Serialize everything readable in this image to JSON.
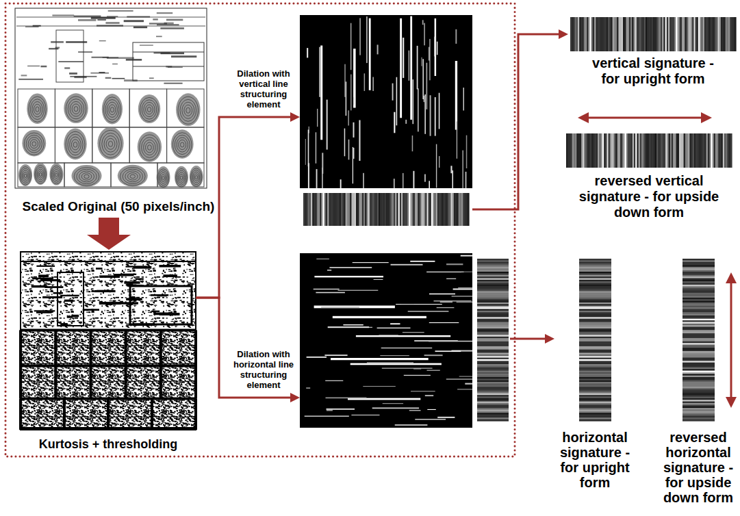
{
  "diagram": {
    "nodes": [
      {
        "text": [
          "Scaled Original (50 pixels/inch)"
        ]
      },
      {
        "text": [
          "Kurtosis + thresholding"
        ]
      },
      {
        "text": [
          "Dilation with vertical line structuring element"
        ]
      },
      {
        "text": [
          "vertical signature - for upright form"
        ]
      },
      {
        "text": [
          "reversed vertical signature - for upside down form"
        ]
      },
      {
        "text": [
          "Dilation with horizontal line structuring element"
        ]
      },
      {
        "text": [
          "horizontal signature - for upright form"
        ]
      },
      {
        "text": [
          "reversed horizontal signature - for upside down form"
        ]
      }
    ],
    "edges": [
      {
        "from": 0,
        "to": 1,
        "arrow": "to"
      },
      {
        "from": 1,
        "to": 2,
        "arrow": "to"
      },
      {
        "from": 1,
        "to": 5,
        "arrow": "to"
      },
      {
        "from": 2,
        "to": 3,
        "arrow": "to"
      },
      {
        "from": 5,
        "to": 6,
        "arrow": "to"
      }
    ]
  }
}
